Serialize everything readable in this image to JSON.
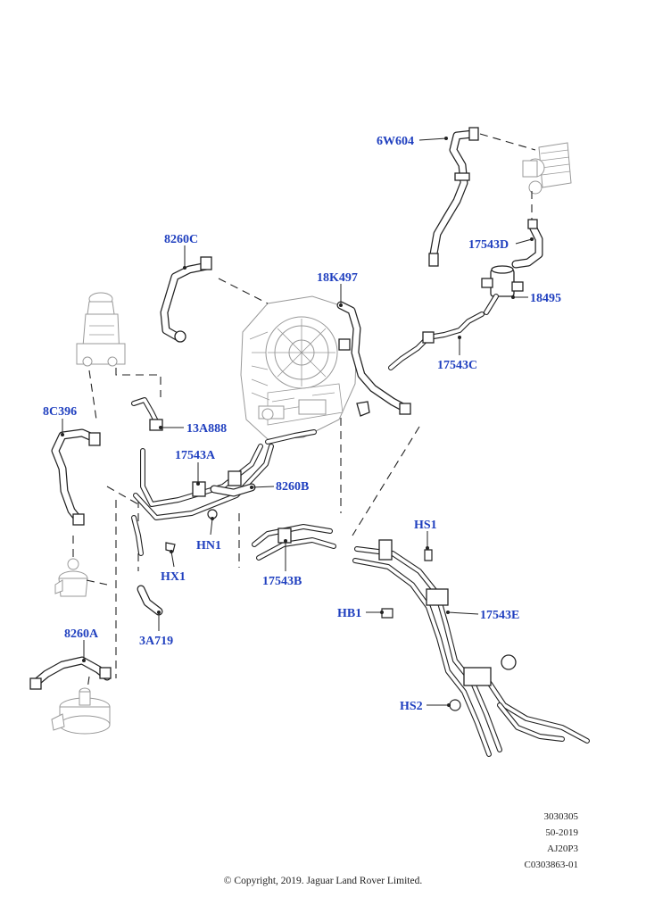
{
  "labels": {
    "p6W604": "6W604",
    "p8260C": "8260C",
    "p17543D": "17543D",
    "p18K497": "18K497",
    "p18495": "18495",
    "p17543C": "17543C",
    "p8C396": "8C396",
    "p13A888": "13A888",
    "p17543A": "17543A",
    "p8260B": "8260B",
    "pHN1": "HN1",
    "pHX1": "HX1",
    "p17543B": "17543B",
    "pHS1": "HS1",
    "pHB1": "HB1",
    "p17543E": "17543E",
    "p8260A": "8260A",
    "p3A719": "3A719",
    "pHS2": "HS2"
  },
  "info": {
    "line1": "3030305",
    "line2": "50-2019",
    "line3": "AJ20P3",
    "line4": "C0303863-01"
  },
  "copyright": "© Copyright, 2019. Jaguar Land Rover Limited.",
  "colors": {
    "label": "#1f3fbf",
    "line": "#222222",
    "ghost": "#999999"
  }
}
